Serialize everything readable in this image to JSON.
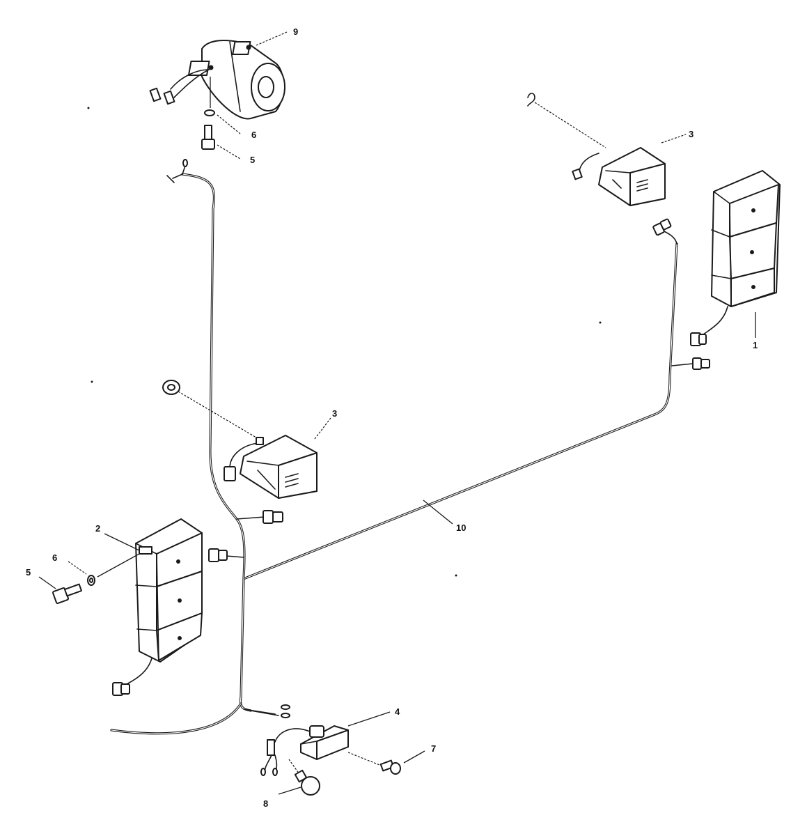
{
  "diagram": {
    "callouts": {
      "c1": "1",
      "c2": "2",
      "c3_top": "3",
      "c3_mid": "3",
      "c4": "4",
      "c5_top": "5",
      "c5_left": "5",
      "c6_top": "6",
      "c6_left": "6",
      "c7": "7",
      "c8": "8",
      "c9": "9",
      "c10": "10"
    }
  }
}
